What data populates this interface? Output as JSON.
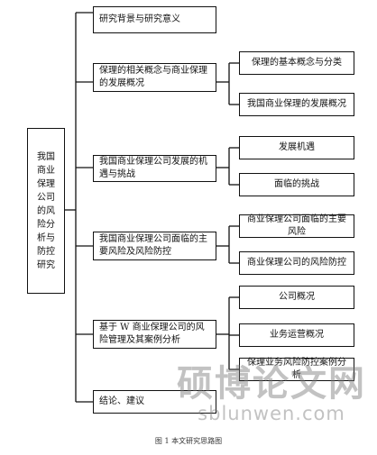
{
  "diagram": {
    "root": "我国商业保理公司的风险分析与防控研究",
    "sections": [
      {
        "label": "研究背景与研究意义",
        "children": []
      },
      {
        "label": "保理的相关概念与商业保理的发展概况",
        "children": [
          "保理的基本概念与分类",
          "我国商业保理的发展概况"
        ]
      },
      {
        "label": "我国商业保理公司发展的机遇与挑战",
        "children": [
          "发展机遇",
          "面临的挑战"
        ]
      },
      {
        "label": "我国商业保理公司面临的主要风险及风险防控",
        "children": [
          "商业保理公司面临的主要风险",
          "商业保理公司的风险防控"
        ]
      },
      {
        "label": "基于 W 商业保理公司的风险管理及其案例分析",
        "children": [
          "公司概况",
          "业务运营概况",
          "保理业务风险防控案例分析"
        ]
      },
      {
        "label": "结论、建议",
        "children": []
      }
    ],
    "caption": "图 1 本文研究思路图"
  },
  "watermark": {
    "main": "硕博论文网",
    "sub": "sblunwen.com"
  }
}
